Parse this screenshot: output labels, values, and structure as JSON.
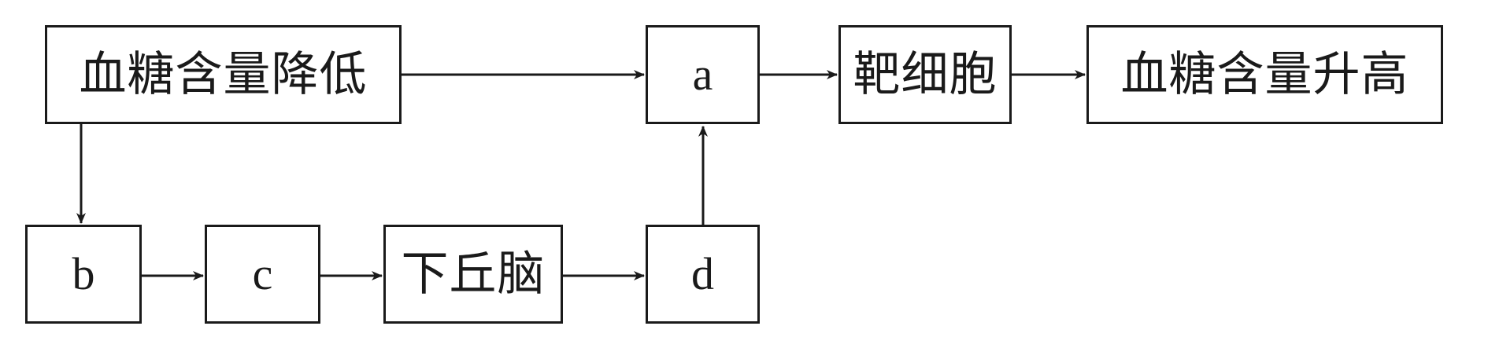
{
  "diagram": {
    "nodes": {
      "blood_sugar_down": "血糖含量降低",
      "a": "a",
      "target_cell": "靶细胞",
      "blood_sugar_up": "血糖含量升高",
      "b": "b",
      "c": "c",
      "hypothalamus": "下丘脑",
      "d": "d"
    },
    "colors": {
      "line": "#1a1a1a",
      "background": "#ffffff"
    }
  }
}
